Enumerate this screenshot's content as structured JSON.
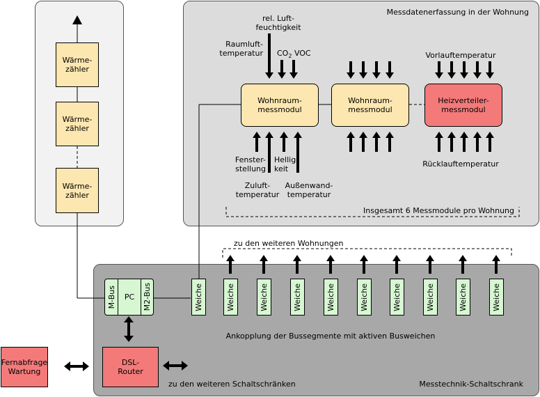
{
  "panels": {
    "apartment_title": "Messdatenerfassung in der Wohnung",
    "cabinet_title": "Messtechnik-Schaltschrank"
  },
  "heat_meters": [
    "Wärme-\nzähler",
    "Wärme-\nzähler",
    "Wärme-\nzähler"
  ],
  "modules": {
    "living1": "Wohnraum-\nmessmodul",
    "living2": "Wohnraum-\nmessmodul",
    "heating": "Heizverteiler-\nmessmodul"
  },
  "sensors": {
    "humidity": "rel. Luft-\nfeuchtigkeit",
    "room_temp": "Raumluft-\ntemperatur",
    "co2_main": "CO",
    "co2_sub": "2",
    "voc": "VOC",
    "window": "Fenster-\nstellung",
    "brightness": "Hellig-\nkeit",
    "supply_air": "Zuluft-\ntemperatur",
    "wall_temp": "Außenwand-\ntemperatur",
    "flow_temp": "Vorlauftemperatur",
    "return_temp": "Rücklauftemperatur"
  },
  "notes": {
    "modules_total": "Insgesamt 6 Messmodule pro Wohnung",
    "more_apartments": "zu den weiteren Wohnungen",
    "coupling": "Ankopplung der Bussegmente mit aktiven Busweichen",
    "more_cabinets": "zu den weiteren Schaltschränken"
  },
  "pc": {
    "left": "M-Bus",
    "center": "PC",
    "right": "M2-Bus"
  },
  "weiche_label": "Weiche",
  "weichen": [
    "Weiche",
    "Weiche",
    "Weiche",
    "Weiche",
    "Weiche",
    "Weiche",
    "Weiche",
    "Weiche",
    "Weiche",
    "Weiche"
  ],
  "router": "DSL-\nRouter",
  "remote": "Fernabfrage\nWartung",
  "colors": {
    "meter_fill": "#fde7b0",
    "heating_fill": "#f47a7a",
    "weiche_fill": "#d7f7d3",
    "router_fill": "#f47a7a",
    "cabinet_fill": "#a8a8a8",
    "apartment_fill": "#dcdcdc",
    "meter_panel_fill": "#f2f2f2"
  }
}
